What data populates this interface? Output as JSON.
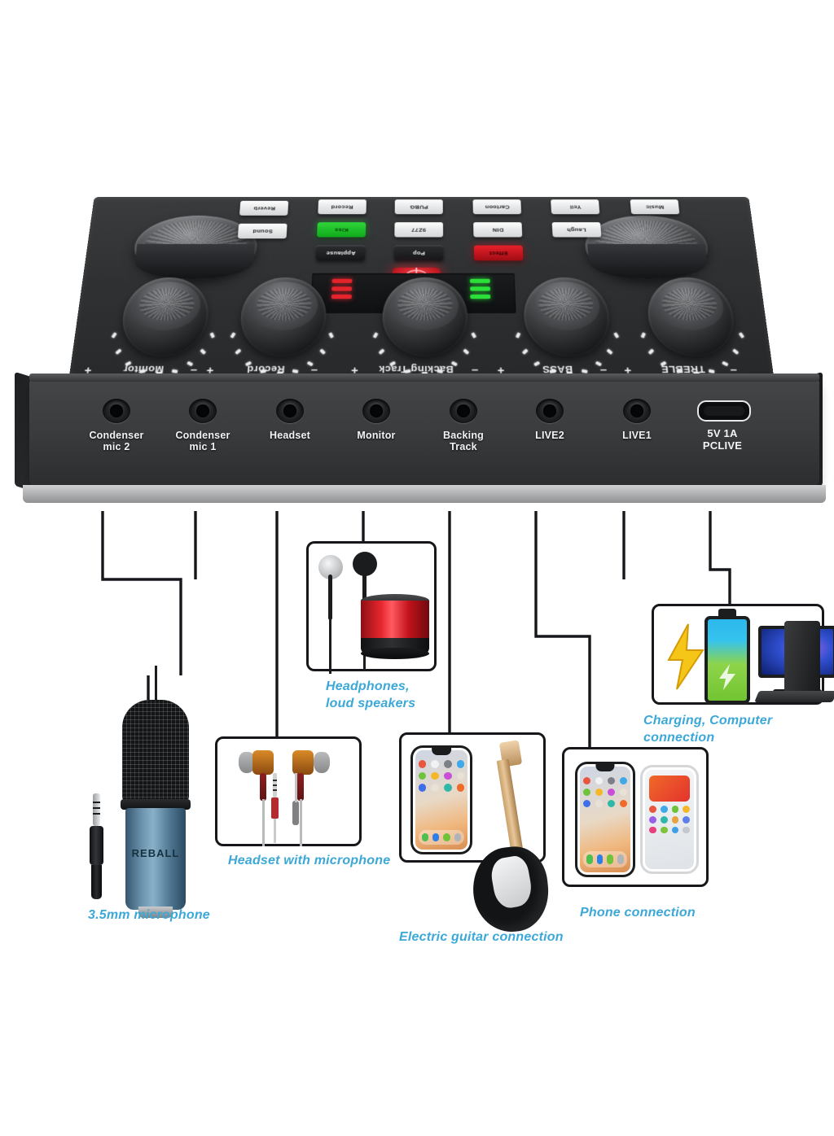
{
  "device": {
    "name": "live-sound-card",
    "knobs": [
      {
        "label": "Monitor",
        "plus": "+",
        "minus": "–"
      },
      {
        "label": "Record",
        "plus": "+",
        "minus": "–"
      },
      {
        "label": "Backing Track",
        "plus": "+",
        "minus": "–"
      },
      {
        "label": "BASS",
        "plus": "+",
        "minus": "–"
      },
      {
        "label": "TREBLE",
        "plus": "+",
        "minus": "–"
      }
    ],
    "effect_buttons": [
      {
        "label": "Reverb",
        "style": "light"
      },
      {
        "label": "Sound",
        "style": "light"
      },
      {
        "label": "Record",
        "style": "light"
      },
      {
        "label": "Kiss",
        "style": "green"
      },
      {
        "label": "Applause",
        "style": "dark"
      },
      {
        "label": "PUBG",
        "style": "light"
      },
      {
        "label": "9Z77",
        "style": "light"
      },
      {
        "label": "Pop",
        "style": "dark"
      },
      {
        "label": "Cartoon",
        "style": "light"
      },
      {
        "label": "DIN",
        "style": "light"
      },
      {
        "label": "Effect",
        "style": "red"
      },
      {
        "label": "Yell",
        "style": "light"
      },
      {
        "label": "Laugh",
        "style": "light"
      },
      {
        "label": "Music",
        "style": "light"
      }
    ],
    "power_button": "power-mic-button",
    "led_meter_left": "red",
    "led_meter_right": "green",
    "ports": [
      {
        "label": "Condenser\nmic 2",
        "type": "jack"
      },
      {
        "label": "Condenser\nmic 1",
        "type": "jack"
      },
      {
        "label": "Headset",
        "type": "jack"
      },
      {
        "label": "Monitor",
        "type": "jack"
      },
      {
        "label": "Backing\nTrack",
        "type": "jack"
      },
      {
        "label": "LIVE2",
        "type": "jack"
      },
      {
        "label": "LIVE1",
        "type": "jack"
      },
      {
        "label": "5V 1A",
        "sub": "PCLIVE",
        "type": "usb"
      }
    ]
  },
  "callouts": [
    {
      "id": "microphone",
      "label": "3.5mm microphone",
      "brand": "REBALL"
    },
    {
      "id": "headset",
      "label": "Headset with microphone"
    },
    {
      "id": "headphones",
      "label": "Headphones,\nloud speakers"
    },
    {
      "id": "guitar",
      "label": "Electric guitar connection"
    },
    {
      "id": "phone",
      "label": "Phone connection"
    },
    {
      "id": "charging",
      "label": "Charging, Computer connection"
    }
  ],
  "colors": {
    "label_blue": "#3ba8d8",
    "line_black": "#15171a",
    "led_red": "#e4242c",
    "led_green": "#2ce03a",
    "accent_green_button": "#2fd63a",
    "accent_red_button": "#e8212a"
  }
}
